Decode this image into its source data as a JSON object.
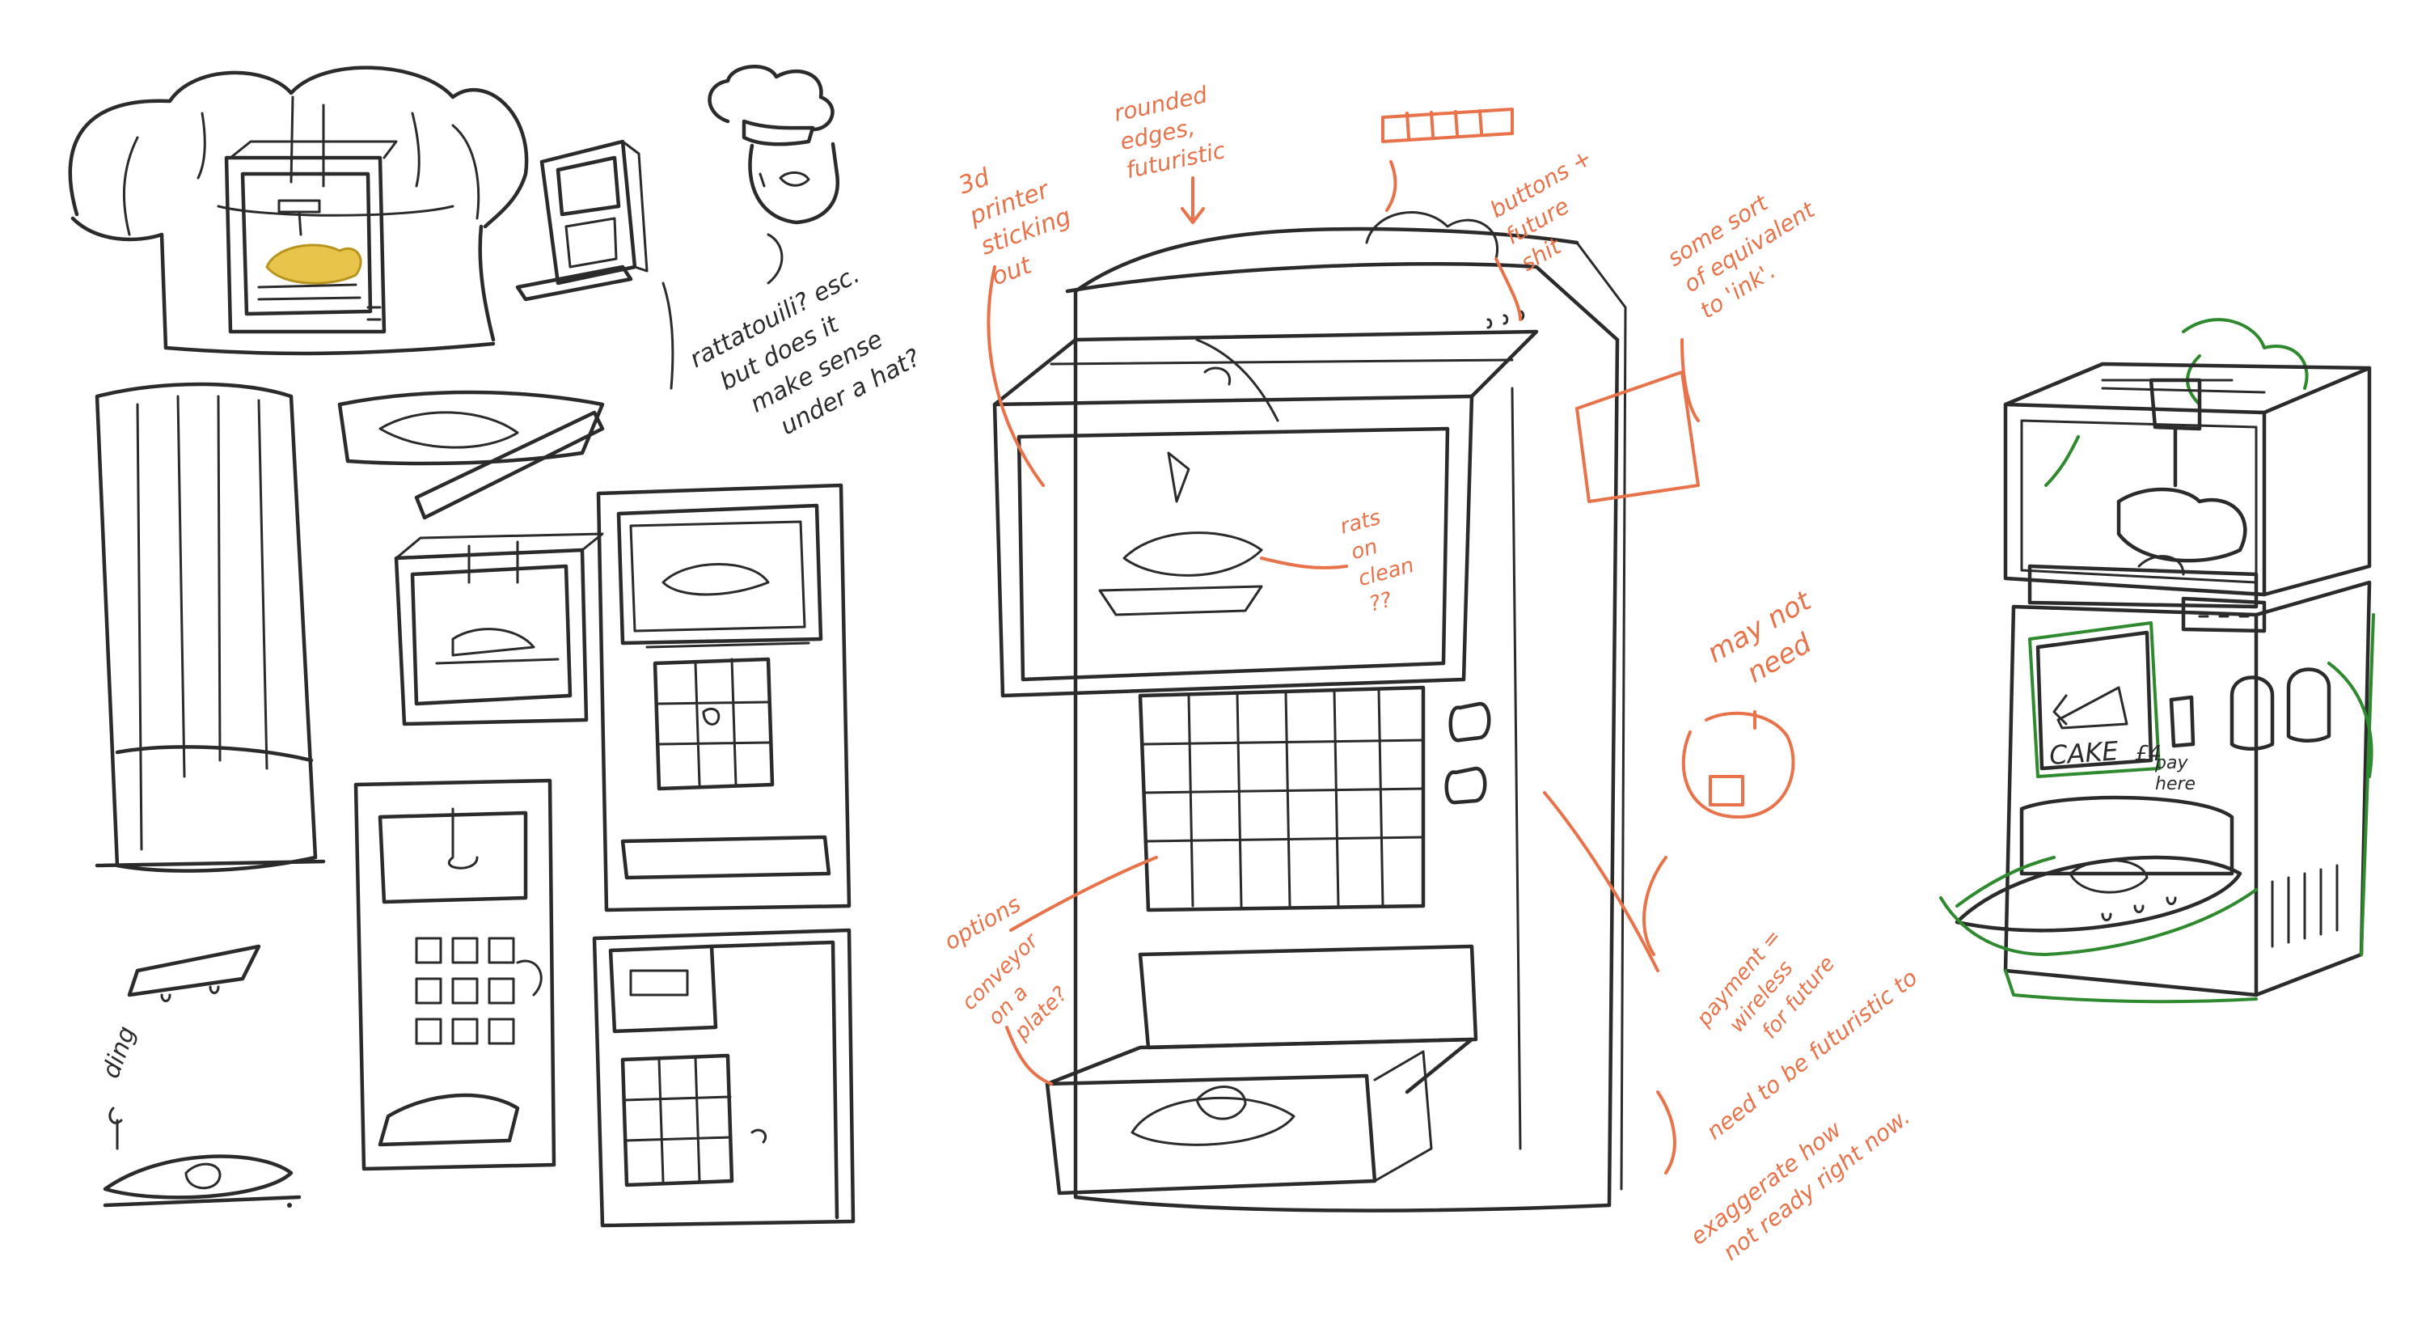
{
  "colors": {
    "ink": "#2b2b2b",
    "annotation": "#e8734a",
    "sketch_accent": "#2f8a2f",
    "food_fill": "#e8c54a",
    "background": "#ffffff"
  },
  "left_notes": {
    "ratatouille": "rattatouili? esc. but does it make sense under a hat?",
    "ding": "ding"
  },
  "center_notes": {
    "rounded_edges": "rounded edges, futuristic",
    "printer_sticking_out": "3d printer sticking out",
    "buttons": "buttons + future shit",
    "ink_equivalent": "some sort of equivalent to 'ink'.",
    "rats_on_clean": "rats on clean ??",
    "may_not_need": "may not need",
    "options": "options",
    "conveyor": "conveyor on a plate?",
    "payment": "payment = wireless for future",
    "need_futuristic": "need to be futuristic to",
    "exaggerate": "exaggerate how not ready right now."
  },
  "right_notes": {
    "cake_label": "CAKE",
    "price_label": "£4",
    "pay_here": "pay here"
  }
}
